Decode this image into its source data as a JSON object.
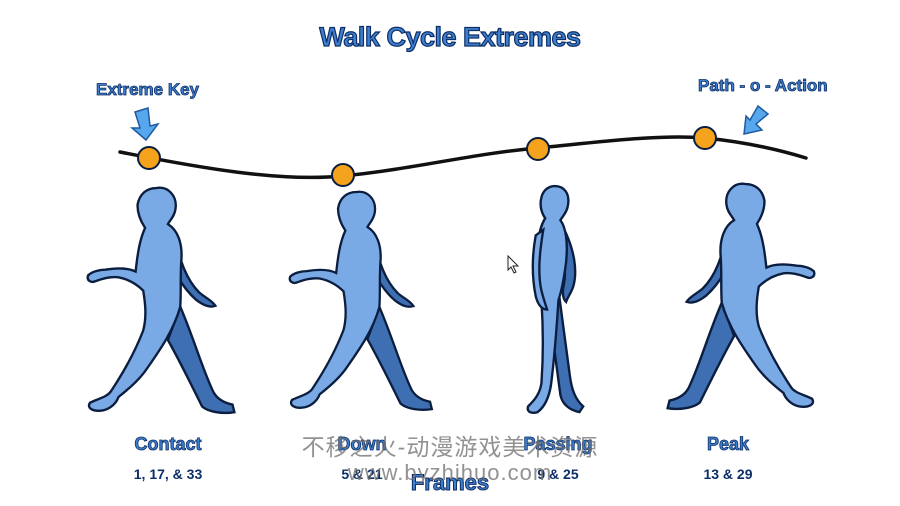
{
  "title": "Walk Cycle Extremes",
  "callouts": {
    "extreme_key": "Extreme Key",
    "path_of_action": "Path - o - Action"
  },
  "poses": [
    {
      "name": "Contact",
      "frames": "1, 17, & 33"
    },
    {
      "name": "Down",
      "frames": "5 & 21"
    },
    {
      "name": "Passing",
      "frames": "9 & 25"
    },
    {
      "name": "Peak",
      "frames": "13 & 29"
    }
  ],
  "footer": "Frames",
  "watermark": {
    "line1": "不移之火-动漫游戏美术资源",
    "line2": "www.byzhihuo.com"
  },
  "colors": {
    "figure_fill": "#7aaae6",
    "figure_back_limb": "#3f6fb3",
    "figure_outline": "#0b1e3f",
    "key_dot": "#f5a21c",
    "path_line": "#111111",
    "arrow": "#56a7ee"
  }
}
